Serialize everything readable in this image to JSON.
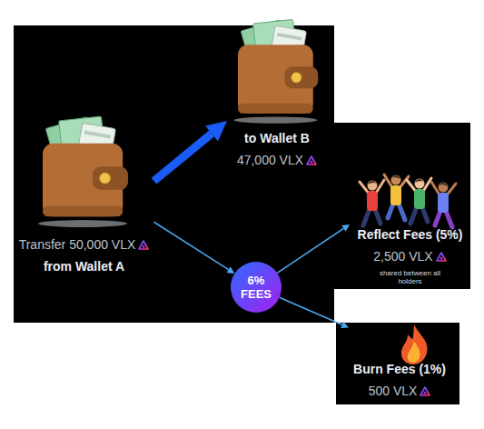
{
  "diagram": {
    "nodes": [
      {
        "text": [
          "Transfer 50,000 VLX",
          "from Wallet A"
        ]
      },
      {
        "text": [
          "to Wallet B",
          "47,000 VLX"
        ]
      },
      {
        "text": [
          "6% FEES"
        ]
      },
      {
        "text": [
          "Reflect Fees (5%)",
          "2,500 VLX",
          "shared between all holders"
        ]
      },
      {
        "text": [
          "Burn Fees (1%)",
          "500 VLX"
        ]
      }
    ],
    "edges": [
      {
        "from": 0,
        "to": 1,
        "arrow": "to"
      },
      {
        "from": 0,
        "to": 2,
        "arrow": "to"
      },
      {
        "from": 2,
        "to": 3,
        "arrow": "to"
      },
      {
        "from": 2,
        "to": 4,
        "arrow": "to"
      }
    ]
  }
}
